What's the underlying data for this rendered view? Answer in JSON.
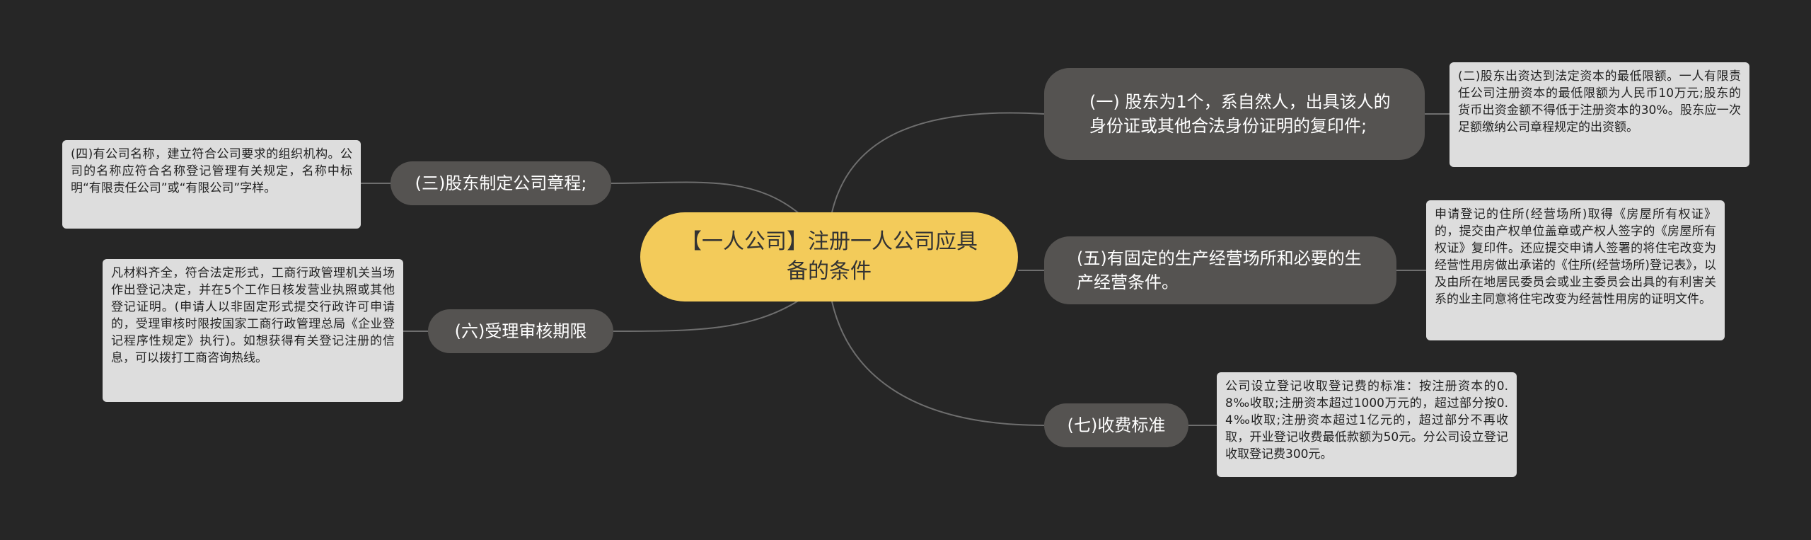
{
  "colors": {
    "background": "#262626",
    "root_fill": "#f3cb5a",
    "topic_fill": "#555351",
    "note_fill": "#dddddd",
    "link_stroke": "#6e6e6e"
  },
  "mindmap": {
    "root": "【一人公司】注册一人公司应具备的条件",
    "topics": {
      "t1": "(一) 股东为1个，系自然人，出具该人的身份证或其他合法身份证明的复印件;",
      "t3": "(三)股东制定公司章程;",
      "t5": "(五)有固定的生产经营场所和必要的生产经营条件。",
      "t6": "(六)受理审核期限",
      "t7": "(七)收费标准"
    },
    "notes": {
      "n1": "(二)股东出资达到法定资本的最低限额。一人有限责任公司注册资本的最低限额为人民币10万元;股东的货币出资金额不得低于注册资本的30%。股东应一次足额缴纳公司章程规定的出资额。",
      "n3": "(四)有公司名称，建立符合公司要求的组织机构。公司的名称应符合名称登记管理有关规定，名称中标明“有限责任公司”或“有限公司”字样。",
      "n5": "申请登记的住所(经营场所)取得《房屋所有权证》的，提交由产权单位盖章或产权人签字的《房屋所有权证》复印件。还应提交申请人签署的将住宅改变为经营性用房做出承诺的《住所(经营场所)登记表》，以及由所在地居民委员会或业主委员会出具的有利害关系的业主同意将住宅改变为经营性用房的证明文件。",
      "n6": "凡材料齐全，符合法定形式，工商行政管理机关当场作出登记决定，并在5个工作日核发营业执照或其他登记证明。(申请人以非固定形式提交行政许可申请的，受理审核时限按国家工商行政管理总局《企业登记程序性规定》执行)。如想获得有关登记注册的信息，可以拨打工商咨询热线。",
      "n7": "公司设立登记收取登记费的标准：按注册资本的0.8‰收取;注册资本超过1000万元的，超过部分按0.4‰收取;注册资本超过1亿元的，超过部分不再收取，开业登记收费最低款额为50元。分公司设立登记收取登记费300元。"
    }
  }
}
